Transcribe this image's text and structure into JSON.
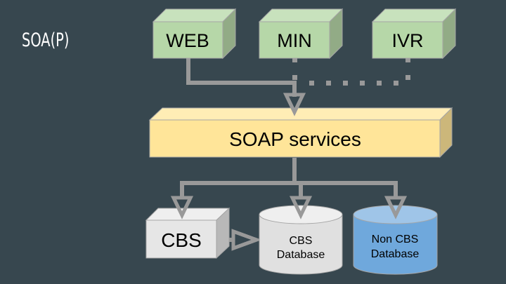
{
  "slide": {
    "title": "SOA(P)"
  },
  "diagram": {
    "clients": [
      {
        "label": "WEB",
        "connection": "solid"
      },
      {
        "label": "MIN",
        "connection": "dotted"
      },
      {
        "label": "IVR",
        "connection": "dotted"
      }
    ],
    "service_bus": {
      "label": "SOAP services"
    },
    "backends": [
      {
        "label": "CBS",
        "shape": "box"
      },
      {
        "label_lines": [
          "CBS",
          "Database"
        ],
        "shape": "cylinder"
      },
      {
        "label_lines": [
          "Non CBS",
          "Database"
        ],
        "shape": "cylinder"
      }
    ],
    "colors": {
      "background": "#37474f",
      "client_front": "#b6d7a8",
      "client_top": "#c8e2bd",
      "client_side": "#92ab86",
      "service_front": "#ffe599",
      "service_top": "#ffedb5",
      "service_side": "#ccb77a",
      "cbs_front": "#e6e6e6",
      "cbs_top": "#efefef",
      "cbs_side": "#b8b8b8",
      "db_grey": "#e0e0e0",
      "db_blue": "#6fa8dc",
      "connector": "#999999"
    }
  }
}
